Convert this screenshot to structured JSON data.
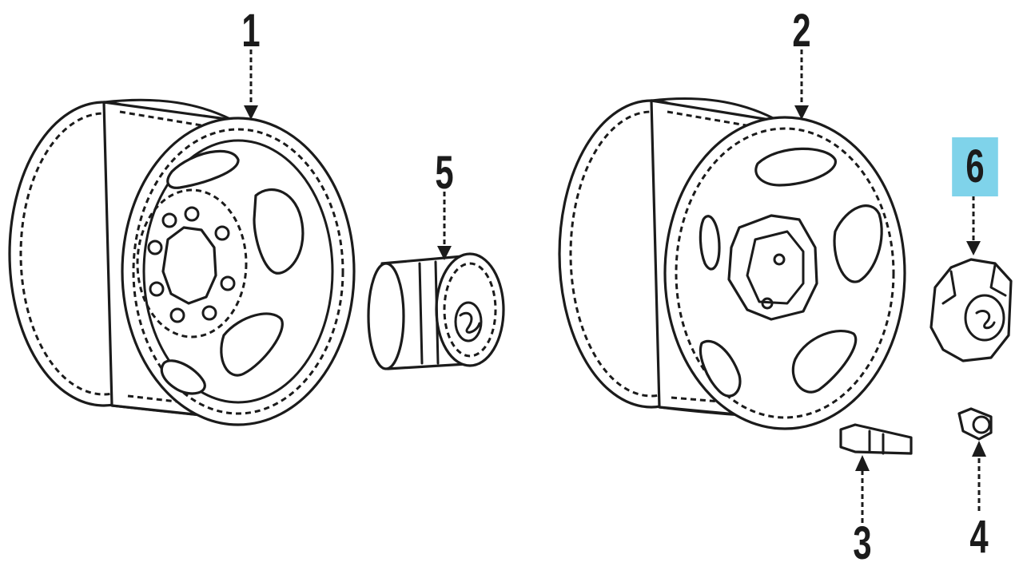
{
  "diagram": {
    "callouts": {
      "c1": "1",
      "c2": "2",
      "c3": "3",
      "c4": "4",
      "c5": "5",
      "c6": "6"
    },
    "highlighted_callout": "6",
    "colors": {
      "line": "#1b1b1b",
      "highlight": "#7fd3ea",
      "background": "#ffffff"
    }
  }
}
